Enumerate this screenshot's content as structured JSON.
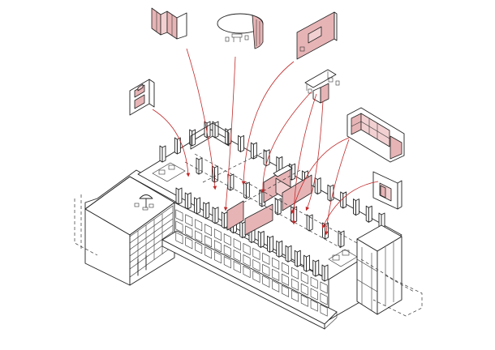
{
  "diagram": {
    "kind": "exploded-axonometric-architectural-drawing",
    "colors": {
      "line": "#222222",
      "highlight_fill": "#e7b4b6",
      "highlight_light": "#f2d0d1",
      "leader_arrow": "#c22a2a",
      "background": "#ffffff"
    },
    "exploded_elements": [
      {
        "name": "folding-screen-partition"
      },
      {
        "name": "circular-curtain-meeting-room"
      },
      {
        "name": "presentation-wall-with-screen"
      },
      {
        "name": "kitchen-wall-unit"
      },
      {
        "name": "workstation-desks"
      },
      {
        "name": "shelving-storage-wall"
      },
      {
        "name": "niche-seating-wall"
      }
    ]
  }
}
